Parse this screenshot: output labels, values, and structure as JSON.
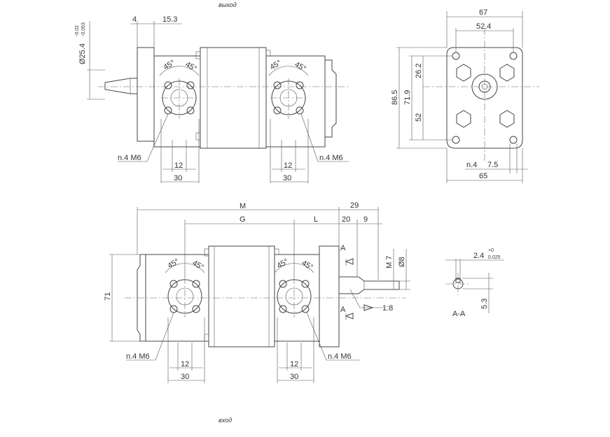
{
  "labels": {
    "outlet": "выход",
    "inlet": "вход",
    "section": "А-А",
    "section_mark": "А",
    "taper": "1:8"
  },
  "top_view": {
    "shaft_diameter": "Ø25.4",
    "shaft_tolerance_upper": "-0.02",
    "shaft_tolerance_lower": "-0.053",
    "flange_thickness": "4",
    "shaft_offset": "15.3",
    "angle_1": "45°",
    "angle_2": "45°",
    "angle_3": "45°",
    "angle_4": "45°",
    "bolts_left": "n.4 M6",
    "bolts_right": "n.4 M6",
    "dim_12_left": "12",
    "dim_30_left": "30",
    "dim_12_right": "12",
    "dim_30_right": "30"
  },
  "end_view": {
    "width_67": "67",
    "width_52_4": "52.4",
    "height_86_5": "86.5",
    "height_71_9": "71.9",
    "dim_26_2": "26.2",
    "dim_52": "52",
    "holes": "n.4",
    "hole_dia": "7.5",
    "width_65": "65"
  },
  "side_view": {
    "M": "M",
    "G": "G",
    "L": "L",
    "dim_29": "29",
    "dim_20": "20",
    "dim_9": "9",
    "height_71": "71",
    "thread": "M 7",
    "dia_8": "Ø8",
    "angle_1": "45°",
    "angle_2": "45°",
    "angle_3": "45°",
    "angle_4": "45°",
    "bolts_left": "n.4 M6",
    "bolts_right": "n.4 M6",
    "dim_12_left": "12",
    "dim_30_left": "30",
    "dim_12_right": "12",
    "dim_30_right": "30"
  },
  "section_view": {
    "key_width": "2.4",
    "key_tol_upper": "+0",
    "key_tol_lower": "0.025",
    "key_depth": "5.3"
  }
}
